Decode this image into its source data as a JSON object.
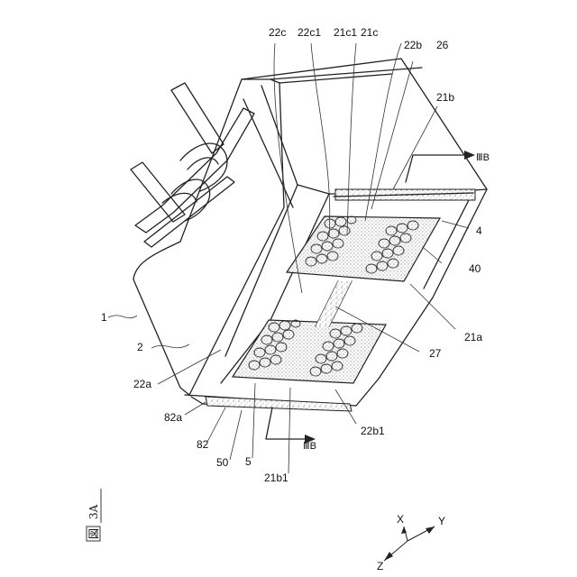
{
  "figure": {
    "kanji": "図",
    "number": "3A"
  },
  "labels": {
    "l_1": "1",
    "l_2": "2",
    "l_22a": "22a",
    "l_82a": "82a",
    "l_82": "82",
    "l_50": "50",
    "l_5": "5",
    "l_21b1": "21b1",
    "l_IIIB_bottom": "ⅢB",
    "l_22b1": "22b1",
    "l_27": "27",
    "l_21a": "21a",
    "l_40": "40",
    "l_4": "4",
    "l_IIIB_top": "ⅢB",
    "l_21b": "21b",
    "l_26": "26",
    "l_22b": "22b",
    "l_21c": "21c",
    "l_21c1": "21c1",
    "l_22c1": "22c1",
    "l_22c": "22c"
  },
  "axes": {
    "x": "X",
    "y": "Y",
    "z": "Z"
  },
  "colors": {
    "ink": "#222222",
    "speckle": "#cfcfcf",
    "background": "#ffffff"
  }
}
